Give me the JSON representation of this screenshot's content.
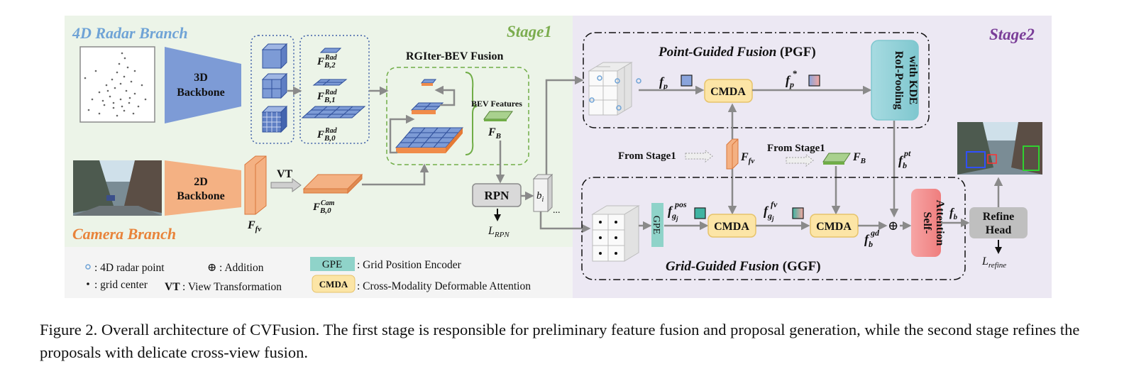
{
  "colors": {
    "stage1_bg": "#ecf4e8",
    "stage2_bg": "#ece8f3",
    "radar_blue": "#7d9bd6",
    "camera_orange": "#f4b183",
    "stage1_label": "#7cad4f",
    "stage2_label": "#7a3d98",
    "radar_label": "#6fa3d6",
    "camera_label": "#e8833a",
    "cmda_fill": "#fce5a6",
    "gpe_fill": "#8fd3c9",
    "rpn_fill": "#d9d9d9",
    "attn_fill": "#f28a8a",
    "roi_fill": "#8ccfd6"
  },
  "stage1": {
    "label": "Stage1",
    "radar_branch": "4D Radar Branch",
    "camera_branch": "Camera Branch",
    "backbone_3d": [
      "3D",
      "Backbone"
    ],
    "backbone_2d": [
      "2D",
      "Backbone"
    ],
    "f_fv_main": "F",
    "f_fv_sub": "fv",
    "vt": "VT",
    "rad_features": [
      {
        "main": "F",
        "sub": "B,2",
        "sup": "Rad"
      },
      {
        "main": "F",
        "sub": "B,1",
        "sup": "Rad"
      },
      {
        "main": "F",
        "sub": "B,0",
        "sup": "Rad"
      }
    ],
    "cam_feature": {
      "main": "F",
      "sub": "B,0",
      "sup": "Cam"
    },
    "fusion_title": "RGIter-BEV Fusion",
    "bev_label": "BEV Features",
    "fb_main": "F",
    "fb_sub": "B",
    "rpn": "RPN",
    "l_rpn_main": "L",
    "l_rpn_sub": "RPN",
    "b_i_main": "b",
    "b_i_sub": "i",
    "ellipsis": "..."
  },
  "stage2": {
    "label": "Stage2",
    "pgf_title_italic": "Point-Guided Fusion",
    "pgf_title_tag": "(PGF)",
    "ggf_title_italic": "Grid-Guided Fusion",
    "ggf_title_tag": "(GGF)",
    "fp_main": "f",
    "fp_sub": "p",
    "fp_star_sup": "*",
    "cmda": "CMDA",
    "roi": [
      "RoI-Pooling",
      "with KDE"
    ],
    "from_stage1": "From Stage1",
    "f_fv_main": "F",
    "f_fv_sub": "fv",
    "fb_main": "F",
    "fb_sub": "B",
    "f_pt_main": "f",
    "f_pt_sub": "b",
    "f_pt_sup": "pt",
    "gpe": "GPE",
    "f_pos_main": "f",
    "f_pos_sub": "g",
    "f_pos_subsub": "j",
    "f_pos_sup": "pos",
    "f_fvg_sup": "fv",
    "f_gd_main": "f",
    "f_gd_sub": "b",
    "f_gd_sup": "gd",
    "plus": "⊕",
    "attention": [
      "Self-",
      "Attention"
    ],
    "fb_out_main": "f",
    "fb_out_sub": "b",
    "refine": [
      "Refine",
      "Head"
    ],
    "l_refine_main": "L",
    "l_refine_sub": "refine"
  },
  "legend": {
    "radar_point": ": 4D radar point",
    "addition_symbol": "⊕",
    "addition": ": Addition",
    "grid_center": ": grid center",
    "vt_key": "VT",
    "vt_desc": ": View Transformation",
    "gpe_key": "GPE",
    "gpe_desc": ": Grid Position Encoder",
    "cmda_key": "CMDA",
    "cmda_desc": ": Cross-Modality Deformable Attention"
  },
  "caption": "Figure 2. Overall architecture of CVFusion. The first stage is responsible for preliminary feature fusion and proposal generation, while the second stage refines the proposals with delicate cross-view fusion."
}
